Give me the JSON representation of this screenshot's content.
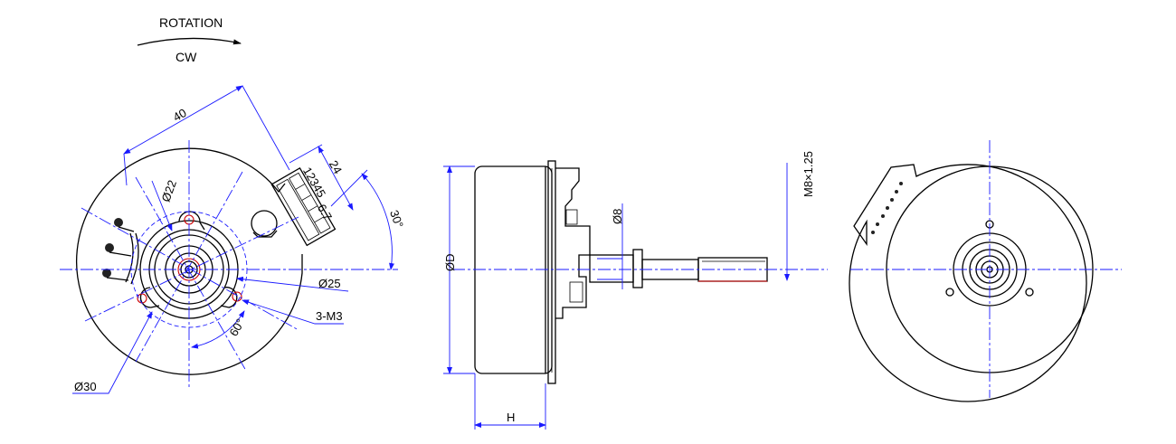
{
  "rotation": {
    "label": "ROTATION",
    "direction": "CW"
  },
  "front_view": {
    "dim_width": "40",
    "dim_bore": "Ø22",
    "dim_flange": "Ø25",
    "dim_hole_circle": "Ø30",
    "dim_holes": "3-M3",
    "dim_pin_angle": "60°",
    "dim_connector_angle": "30°",
    "dim_connector_offset": "24",
    "dim_connector_height": "6.7",
    "connector_pins": "12345"
  },
  "side_view": {
    "dim_diameter": "ØD",
    "dim_height": "H",
    "dim_shaft": "Ø8",
    "dim_thread": "M8×1.25"
  },
  "colors": {
    "outline": "#000000",
    "dimension": "#1a1aff",
    "highlight": "#cc0000"
  }
}
